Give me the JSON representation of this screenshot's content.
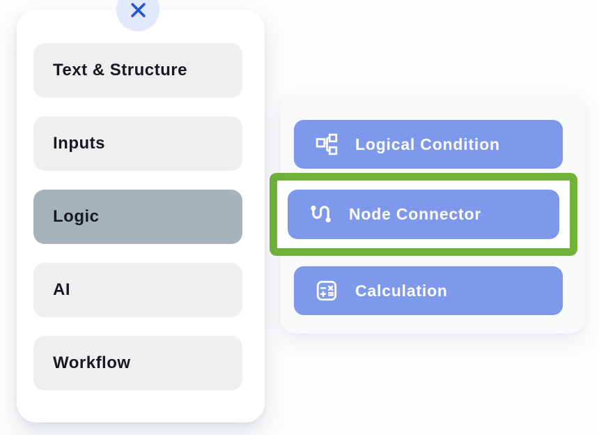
{
  "category_panel": {
    "items": [
      {
        "label": "Text & Structure",
        "selected": false
      },
      {
        "label": "Inputs",
        "selected": false
      },
      {
        "label": "Logic",
        "selected": true
      },
      {
        "label": "AI",
        "selected": false
      },
      {
        "label": "Workflow",
        "selected": false
      }
    ]
  },
  "options_panel": {
    "items": [
      {
        "label": "Logical Condition",
        "icon": "tree-nodes-icon",
        "highlighted": false
      },
      {
        "label": "Node Connector",
        "icon": "route-connector-icon",
        "highlighted": true
      },
      {
        "label": "Calculation",
        "icon": "calculator-icon",
        "highlighted": false
      }
    ]
  },
  "close_button": {
    "icon": "close-x-icon"
  },
  "colors": {
    "page_bg": "#fcfdfe",
    "left_panel_bg": "#ffffff",
    "item_bg": "#edeff1",
    "item_selected_bg": "#a7b3ba",
    "item_text": "#17191c",
    "right_panel_bg": "#f8fafb",
    "button_bg": "#7e99ec",
    "button_text": "#ffffff",
    "highlight_green": "#70b23a",
    "close_bg": "#e2e8fb",
    "close_x": "#2158d8"
  }
}
